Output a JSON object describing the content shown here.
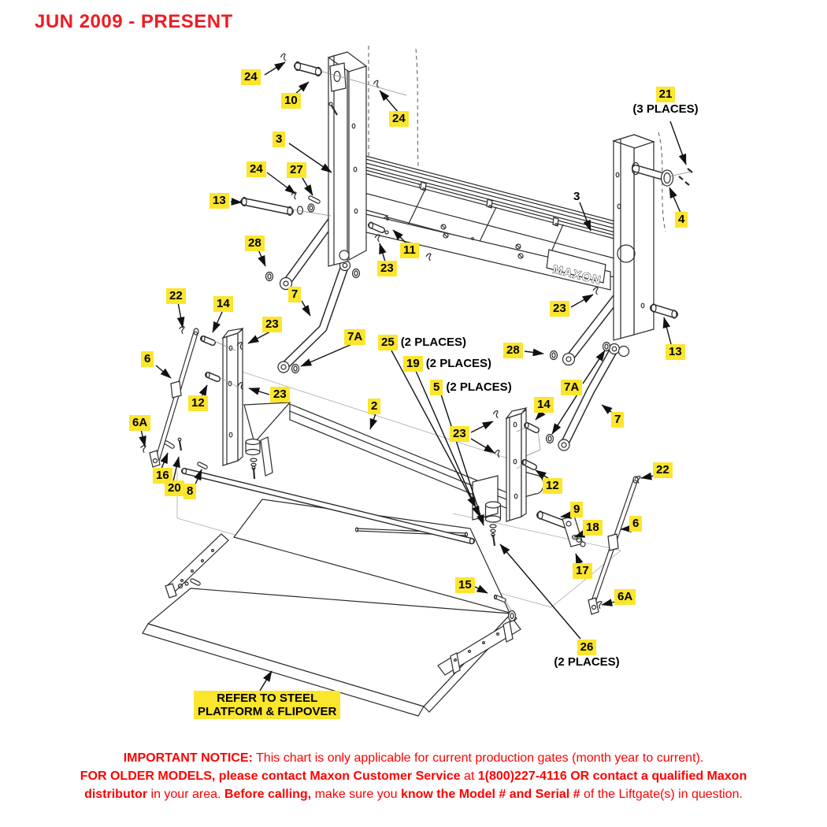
{
  "title": "JUN 2009 - PRESENT",
  "colors": {
    "callout_bg": "#FBE52D",
    "notice_red": "#FF0000",
    "title_red": "#ED1C24",
    "line": "#2B2B2B"
  },
  "diagram": {
    "brand": "MAXON",
    "platform_note": {
      "line1": "REFER TO STEEL",
      "line2": "PLATFORM & FLIPOVER"
    },
    "callouts": [
      {
        "num": "24"
      },
      {
        "num": "10"
      },
      {
        "num": "24"
      },
      {
        "num": "3"
      },
      {
        "num": "21",
        "suffix": "(3 PLACES)"
      },
      {
        "num": "4"
      },
      {
        "num": "24"
      },
      {
        "num": "27"
      },
      {
        "num": "13"
      },
      {
        "num": "28"
      },
      {
        "num": "11"
      },
      {
        "num": "23"
      },
      {
        "num": "22"
      },
      {
        "num": "14"
      },
      {
        "num": "7"
      },
      {
        "num": "23"
      },
      {
        "num": "6"
      },
      {
        "num": "12"
      },
      {
        "num": "23"
      },
      {
        "num": "7A"
      },
      {
        "num": "25",
        "suffix": "(2 PLACES)"
      },
      {
        "num": "19",
        "suffix": "(2 PLACES)"
      },
      {
        "num": "5",
        "suffix": "(2 PLACES)"
      },
      {
        "num": "2"
      },
      {
        "num": "23"
      },
      {
        "num": "28"
      },
      {
        "num": "7A"
      },
      {
        "num": "7"
      },
      {
        "num": "14"
      },
      {
        "num": "12"
      },
      {
        "num": "22"
      },
      {
        "num": "9"
      },
      {
        "num": "18"
      },
      {
        "num": "6"
      },
      {
        "num": "17"
      },
      {
        "num": "6A"
      },
      {
        "num": "6A"
      },
      {
        "num": "16"
      },
      {
        "num": "20"
      },
      {
        "num": "8"
      },
      {
        "num": "15"
      },
      {
        "num": "26",
        "suffix": "(2 PLACES)"
      },
      {
        "num": "3"
      },
      {
        "num": "23"
      },
      {
        "num": "13"
      }
    ]
  },
  "notice": {
    "l1_bold": "IMPORTANT NOTICE:",
    "l1_rest": " This chart is only applicable for current production gates (month year to current).",
    "l2_bold1": "FOR OLDER MODELS, please contact Maxon Customer Service",
    "l2_mid": " at ",
    "l2_bold2": "1(800)227-4116 OR contact a qualified Maxon",
    "l3_bold1": "distributor",
    "l3_mid1": " in your area. ",
    "l3_bold2": "Before calling,",
    "l3_mid2": " make sure you ",
    "l3_bold3": "know the Model # and Serial #",
    "l3_rest": " of the Liftgate(s) in question."
  }
}
